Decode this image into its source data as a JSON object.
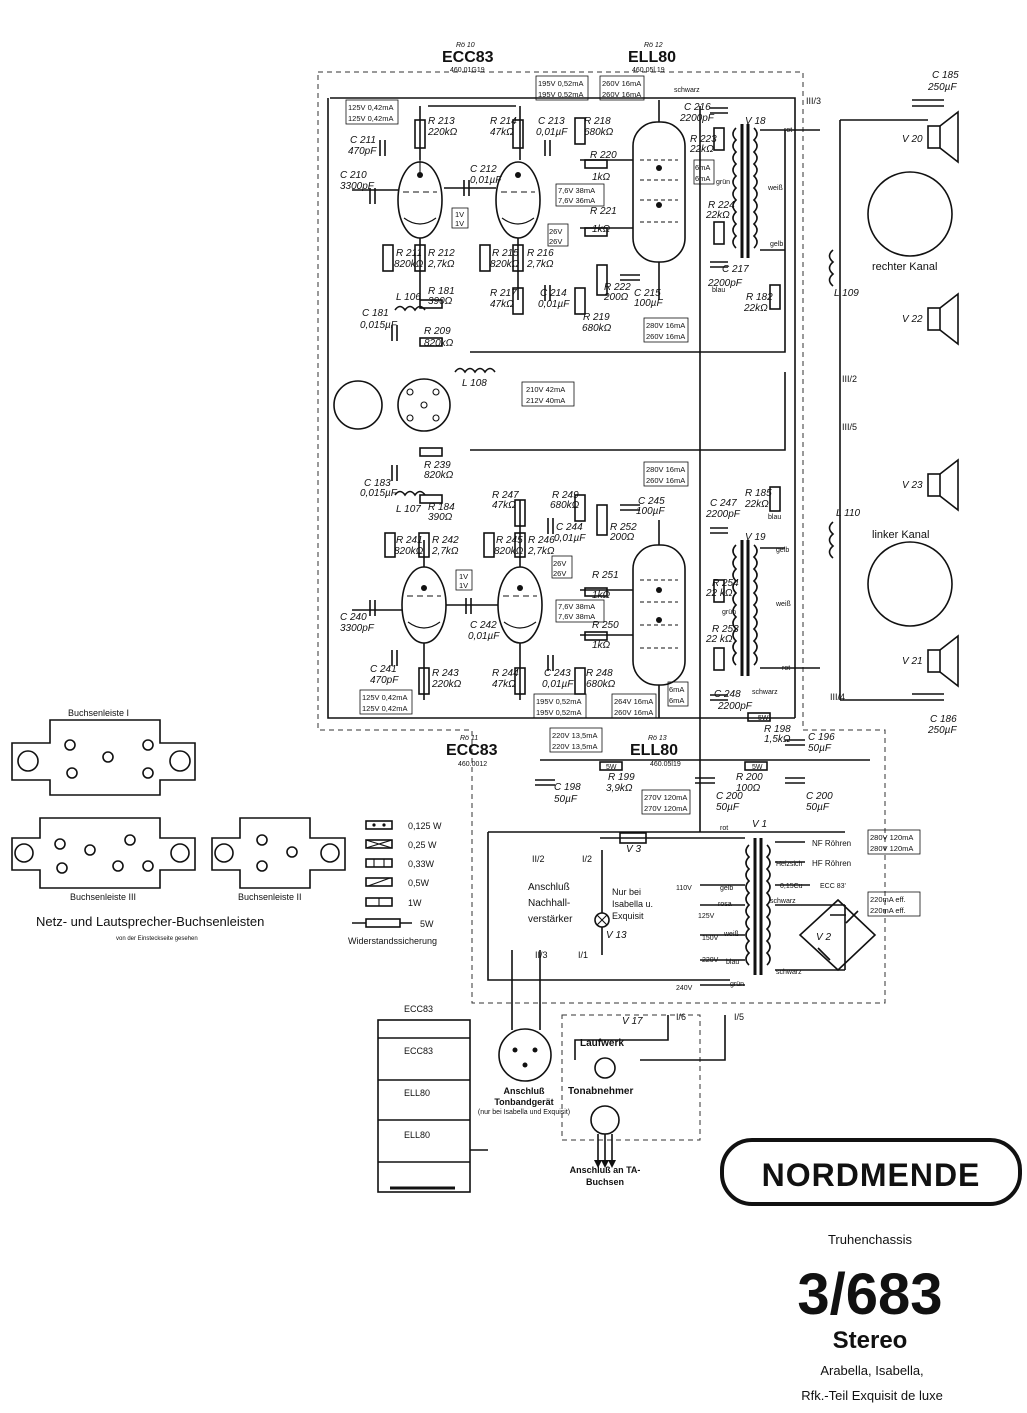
{
  "tubes": {
    "ro10": {
      "pos": "Rö 10",
      "type": "ECC83",
      "code": "460.01G19"
    },
    "ro12": {
      "pos": "Rö 12",
      "type": "ELL80",
      "code": "460.05l.19"
    },
    "ro11": {
      "pos": "Rö 11",
      "type": "ECC83",
      "code": "460.0012"
    },
    "ro13": {
      "pos": "Rö 13",
      "type": "ELL80",
      "code": "460.05l19"
    }
  },
  "components": {
    "r213": "R 213",
    "r213v": "220kΩ",
    "r214": "R 214",
    "r214v": "47kΩ",
    "c211": "C 211",
    "c211v": "470pF",
    "c210": "C 210",
    "c210v": "3300pF",
    "c212": "C 212",
    "c212v": "0,01µF",
    "c213": "C 213",
    "c213v": "0,01µF",
    "r218": "R 218",
    "r218v": "680kΩ",
    "r220": "R 220",
    "r220v": "1kΩ",
    "r221": "R 221",
    "r221v": "1kΩ",
    "r211": "R 211",
    "r211v": "820kΩ",
    "r212": "R 212",
    "r212v": "2,7kΩ",
    "r215": "R 215",
    "r215v": "820kΩ",
    "r216": "R 216",
    "r216v": "2,7kΩ",
    "r217": "R 217",
    "r217v": "47kΩ",
    "c214": "C 214",
    "c214v": "0,01µF",
    "r219": "R 219",
    "r219v": "680kΩ",
    "r222": "R 222",
    "r222v": "200Ω",
    "c215": "C 215",
    "c215v": "100µF",
    "c216": "C 216",
    "c216v": "2200pF",
    "r223": "R 223",
    "r223v": "22kΩ",
    "r224": "R 224",
    "r224v": "22kΩ",
    "c217": "C 217",
    "c217v": "2200pF",
    "r182": "R 182",
    "r182v": "22kΩ",
    "r181": "R 181",
    "r181v": "390Ω",
    "l106": "L 106",
    "c181": "C 181",
    "c181v": "0,015µF",
    "r209": "R 209",
    "r209v": "820kΩ",
    "l108": "L 108",
    "r239": "R 239",
    "r239v": "820kΩ",
    "c183": "C 183",
    "c183v": "0,015µF",
    "l107": "L 107",
    "r184": "R 184",
    "r184v": "390Ω",
    "r247": "R 247",
    "r247v": "47kΩ",
    "r249": "R 249",
    "r249v": "680kΩ",
    "c245": "C 245",
    "c245v": "100µF",
    "c244": "C 244",
    "c244v": "0,01µF",
    "r252": "R 252",
    "r252v": "200Ω",
    "c247": "C 247",
    "c247v": "2200pF",
    "r185": "R 185",
    "r185v": "22kΩ",
    "r241": "R 241",
    "r241v": "820kΩ",
    "r242": "R 242",
    "r242v": "2,7kΩ",
    "r245": "R 245",
    "r245v": "820kΩ",
    "r246": "R 246",
    "r246v": "2,7kΩ",
    "r251": "R 251",
    "r251v": "1kΩ",
    "r254": "R 254",
    "r254v": "22 kΩ",
    "r253": "R 253",
    "r253v": "22 kΩ",
    "r250": "R 250",
    "r250v": "1kΩ",
    "c240": "C 240",
    "c240v": "3300pF",
    "c242": "C 242",
    "c242v": "0,01µF",
    "c241": "C 241",
    "c241v": "470pF",
    "r243": "R 243",
    "r243v": "220kΩ",
    "r244": "R 244",
    "r244v": "47kΩ",
    "c243": "C 243",
    "c243v": "0,01µF",
    "r248": "R 248",
    "r248v": "680kΩ",
    "c248": "C 248",
    "c248v": "2200pF",
    "r198": "R 198",
    "r198v": "1,5kΩ",
    "c196": "C 196",
    "c196v": "50µF",
    "c198": "C 198",
    "c198v": "50µF",
    "r199": "R 199",
    "r199v": "3,9kΩ",
    "c200a": "C 200",
    "c200av": "50µF",
    "r200": "R 200",
    "r200v": "100Ω",
    "c200b": "C 200",
    "c200bv": "50µF",
    "c185": "C 185",
    "c185v": "250µF",
    "c186": "C 186",
    "c186v": "250µF",
    "v18": "V 18",
    "v19": "V 19",
    "v20": "V 20",
    "v22": "V 22",
    "v23": "V 23",
    "v21": "V 21",
    "l109": "L 109",
    "l110": "L 110",
    "v1": "V 1",
    "v2": "V 2",
    "v3": "V 3",
    "v13": "V 13",
    "v17": "V 17",
    "w5": "5W"
  },
  "voltages": {
    "t1a": "125V 0,42mA",
    "t1b": "125V 0,42mA",
    "t2a": "195V 0,52mA",
    "t2b": "195V 0,52mA",
    "t3a": "260V 16mA",
    "t3b": "260V 16mA",
    "g1v": "1V",
    "g1v2": "1V",
    "k26a": "26V",
    "k26b": "26V",
    "s76a": "7,6V 38mA",
    "s76b": "7,6V 36mA",
    "m6a": "6mA",
    "m6b": "6mA",
    "b280a": "280V 16mA",
    "b280b": "260V 16mA",
    "hv210a": "210V 42mA",
    "hv210b": "212V 40mA",
    "u280a": "280V 16mA",
    "u280b": "260V 16mA",
    "l1v": "1V",
    "l1v2": "1V",
    "l26a": "26V",
    "l26b": "26V",
    "l76a": "7,6V 38mA",
    "l76b": "7,6V 38mA",
    "l264a": "264V 16mA",
    "l264b": "260V 16mA",
    "lm6a": "6mA",
    "lm6b": "6mA",
    "l125a": "125V 0,42mA",
    "l125b": "125V 0,42mA",
    "l195a": "195V 0,52mA",
    "l195b": "195V 0,52mA",
    "p220a": "220V 13,5mA",
    "p220b": "220V 13,5mA",
    "p270a": "270V 120mA",
    "p270b": "270V 120mA",
    "p280a": "280V 120mA",
    "p280b": "280V 120mA",
    "p220ma": "220mA eff.",
    "p220mb": "220mA eff."
  },
  "wires": {
    "schwarz": "schwarz",
    "rot": "rot",
    "grun": "grün",
    "weiss": "weiß",
    "gelb": "gelb",
    "blau": "blau",
    "rosa": "rosa"
  },
  "connectors": {
    "iii3": "III/3",
    "iii2": "III/2",
    "iii5": "III/5",
    "iii4": "III/4",
    "ii2a": "II/2",
    "ii2b": "I/2",
    "ii3": "II/3",
    "i1": "I/1",
    "i6": "I/6",
    "i5": "I/5"
  },
  "labels": {
    "rechter": "rechter Kanal",
    "linker": "linker Kanal",
    "anschluss_nachhall": "Anschluß Nachhall- verstärker",
    "nur_bei": "Nur bei Isabella u. Exquisit",
    "nf_rohren": "NF Röhren",
    "heizsich": "Heizsich",
    "hf_rohren": "HF Röhren",
    "cu": "0,15Cu",
    "ecc83": "ECC 83'",
    "v110": "110V",
    "v125": "125V",
    "v150": "150V",
    "v220": "220V",
    "v240": "240V",
    "laufwerk": "Laufwerk",
    "tonabnehmer": "Tonabnehmer",
    "anschluss_tb": "Anschluß Tonbandgerät",
    "nur_isabella": "(nur bei Isabella und Exquisit)",
    "anschluss_ta": "Anschluß an TA-Buchsen",
    "bl1": "Buchsenleiste I",
    "bl3": "Buchsenleiste III",
    "bl2": "Buchsenleiste II",
    "netz_title": "Netz- und Lautsprecher-Buchsenleisten",
    "netz_sub": "von der Einsteckseite gesehen",
    "w0125": "0,125 W",
    "w025": "0,25 W",
    "w033": "0,33W",
    "w05": "0,5W",
    "w1": "1W",
    "w5": "5W",
    "widerstand": "Widerstandssicherung"
  },
  "heater": [
    "ECC83",
    "ECC83",
    "ELL80",
    "ELL80"
  ],
  "brand": {
    "name": "NORDMENDE",
    "chassis": "Truhenchassis",
    "model": "3/683",
    "stereo": "Stereo",
    "models1": "Arabella, Isabella,",
    "models2": "Rfk.-Teil Exquisit de luxe"
  }
}
